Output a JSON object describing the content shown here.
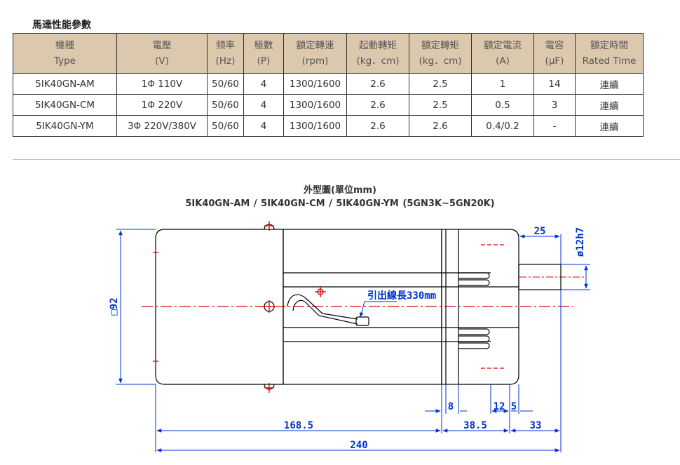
{
  "section_title": "馬達性能參數",
  "table": {
    "headers": [
      {
        "zh": "機種",
        "en": "Type"
      },
      {
        "zh": "電壓",
        "en": "(V)"
      },
      {
        "zh": "頻率",
        "en": "(Hz)"
      },
      {
        "zh": "極數",
        "en": "(P)"
      },
      {
        "zh": "額定轉速",
        "en": "(rpm)"
      },
      {
        "zh": "起動轉矩",
        "en": "(kg．cm)"
      },
      {
        "zh": "額定轉矩",
        "en": "(kg．cm)"
      },
      {
        "zh": "額定電流",
        "en": "(A)"
      },
      {
        "zh": "電容",
        "en": "(μF)"
      },
      {
        "zh": "額定時間",
        "en": "Rated Time"
      }
    ],
    "rows": [
      [
        "5IK40GN-AM",
        "1Φ 110V",
        "50/60",
        "4",
        "1300/1600",
        "2.6",
        "2.5",
        "1",
        "14",
        "連續"
      ],
      [
        "5IK40GN-CM",
        "1Φ 220V",
        "50/60",
        "4",
        "1300/1600",
        "2.6",
        "2.5",
        "0.5",
        "3",
        "連續"
      ],
      [
        "5IK40GN-YM",
        "3Φ 220V/380V",
        "50/60",
        "4",
        "1300/1600",
        "2.6",
        "2.6",
        "0.4/0.2",
        "-",
        "連續"
      ]
    ]
  },
  "drawing": {
    "title": "外型圖(單位mm)",
    "subtitle": "5IK40GN-AM   /   5IK40GN-CM  /    5IK40GN-YM   (5GN3K~5GN20K)",
    "lead_label": "引出線長330mm",
    "dims": {
      "square": "□92",
      "d25": "25",
      "shaft": "ø12h7",
      "d8": "8",
      "d12": "12",
      "d5": "5",
      "d168": "168.5",
      "d38": "38.5",
      "d33": "33",
      "d240": "240"
    }
  },
  "colors": {
    "header_bg": "#dcc8ac",
    "dimension": "#0033cc",
    "center_line": "#e00000"
  }
}
